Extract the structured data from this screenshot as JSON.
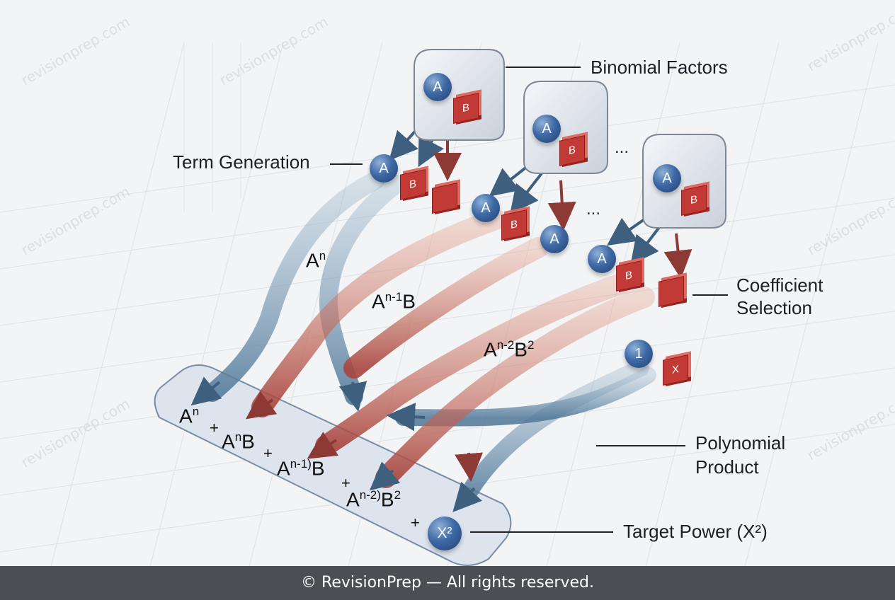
{
  "labels": {
    "binomial_factors": "Binomial Factors",
    "term_generation": "Term Generation",
    "coefficient_selection_1": "Coefficient",
    "coefficient_selection_2": "Selection",
    "polynomial_product_1": "Polynomial",
    "polynomial_product_2": "Product",
    "target_power": "Target Power (X²)"
  },
  "factor_tokens": {
    "a": "A",
    "b": "B",
    "one": "1",
    "x": "X"
  },
  "ellipsis": "...",
  "flow_labels": {
    "an": {
      "base": "A",
      "exp": "n"
    },
    "an1b": {
      "base": "A",
      "exp": "n-1",
      "tail": "B"
    },
    "an2b2": {
      "base": "A",
      "exp": "n-2",
      "tail": "B",
      "tail_exp": "2"
    }
  },
  "product_terms": {
    "t1": {
      "base": "A",
      "exp": "n"
    },
    "t2": {
      "base": "A",
      "exp": "n",
      "tail": "B"
    },
    "t3": {
      "base": "A",
      "exp": "n-1)",
      "tail": "B"
    },
    "t4": {
      "base": "A",
      "exp": "n-2)",
      "tail": "B",
      "tail_exp": "2"
    },
    "target": "X²",
    "plus": "+"
  },
  "watermark": "revisionprep.com",
  "footer": "© RevisionPrep — All rights reserved.",
  "colors": {
    "blue_ball": "#3f6aa6",
    "red_cube": "#c23a36",
    "blue_flow": "#6f95b5",
    "red_flow": "#c8735f",
    "tray": "#dfe5ee",
    "footer_bg": "#4b4e53"
  }
}
